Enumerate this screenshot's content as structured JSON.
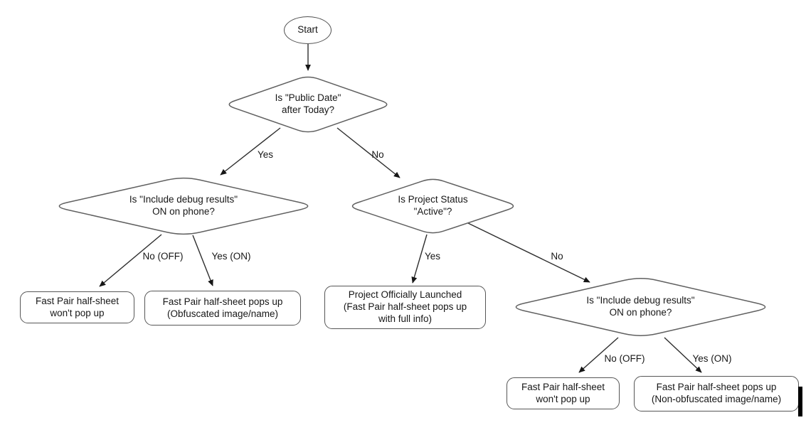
{
  "flowchart": {
    "nodes": {
      "start": {
        "label": "Start"
      },
      "q_public_date": {
        "label": "Is \"Public Date\"\nafter Today?"
      },
      "q_debug_left": {
        "label": "Is \"Include debug results\"\nON on phone?"
      },
      "q_project_status": {
        "label": "Is Project Status\n\"Active\"?"
      },
      "q_debug_right": {
        "label": "Is \"Include debug results\"\nON on phone?"
      },
      "result_no_popup_left": {
        "label": "Fast Pair half-sheet\nwon't pop up"
      },
      "result_obfuscated": {
        "label": "Fast Pair half-sheet pops up\n(Obfuscated image/name)"
      },
      "result_launched": {
        "label": "Project Officially Launched\n(Fast Pair half-sheet pops up\nwith full info)"
      },
      "result_no_popup_right": {
        "label": "Fast Pair half-sheet\nwon't pop up"
      },
      "result_non_obfuscated": {
        "label": "Fast Pair half-sheet pops up\n(Non-obfuscated image/name)"
      }
    },
    "edge_labels": {
      "public_date_yes": {
        "label": "Yes"
      },
      "public_date_no": {
        "label": "No"
      },
      "debug_left_no": {
        "label": "No (OFF)"
      },
      "debug_left_yes": {
        "label": "Yes (ON)"
      },
      "project_status_yes": {
        "label": "Yes"
      },
      "project_status_no": {
        "label": "No"
      },
      "debug_right_no": {
        "label": "No (OFF)"
      },
      "debug_right_yes": {
        "label": "Yes (ON)"
      }
    },
    "colors": {
      "background": "#ffffff",
      "shape_border": "#606060",
      "connector": "#2e2e2e",
      "arrowhead": "#161616",
      "text": "#171717"
    }
  }
}
